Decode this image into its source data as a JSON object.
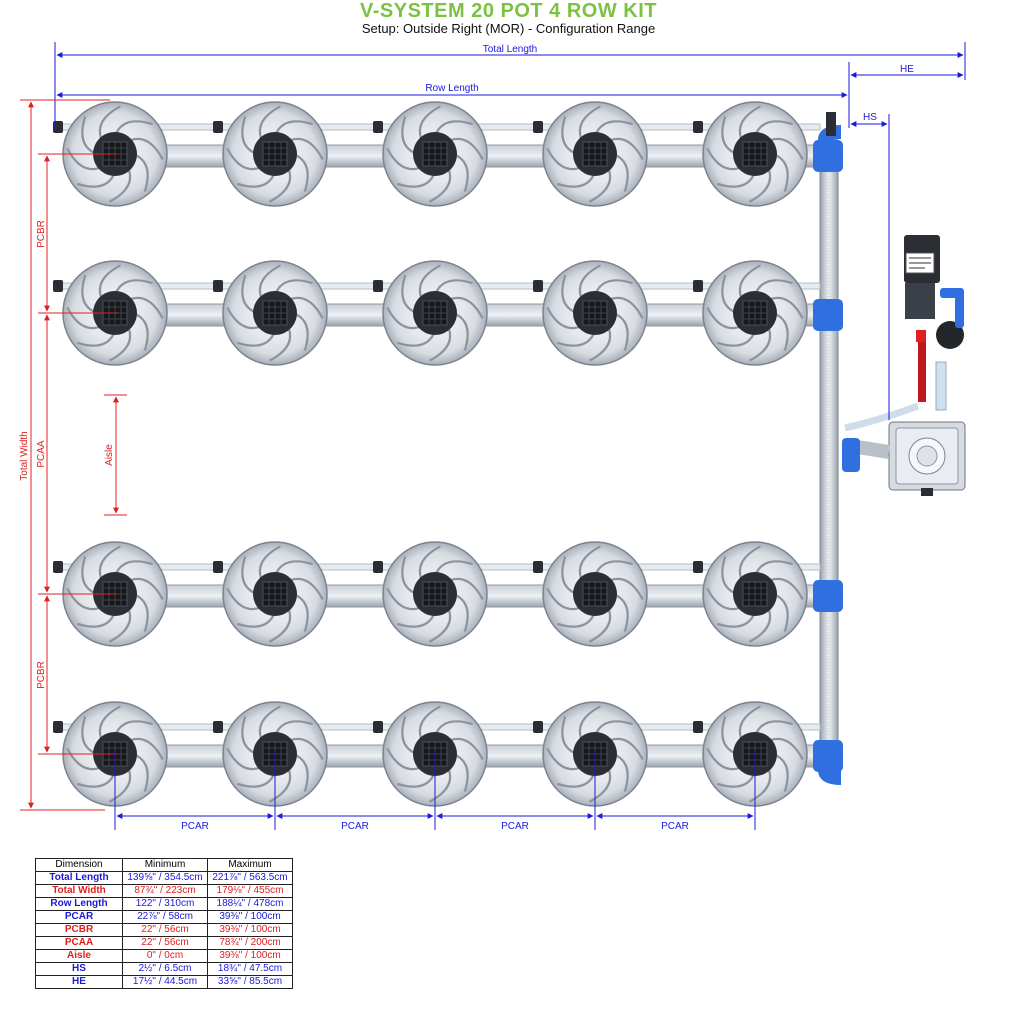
{
  "header": {
    "title": "V-SYSTEM 20 POT 4 ROW KIT",
    "subtitle": "Setup: Outside Right (MOR) - Configuration Range"
  },
  "colors": {
    "title": "#7cc242",
    "blue_dimension": "#1a1adb",
    "red_dimension": "#e02020",
    "pipe_blue": "#2f6fe0"
  },
  "labels": {
    "total_length": "Total Length",
    "row_length": "Row Length",
    "he": "HE",
    "hs": "HS",
    "total_width": "Total Width",
    "pcbr_top": "PCBR",
    "pcaa": "PCAA",
    "aisle": "Aisle",
    "pcbr_bottom": "PCBR",
    "pcar": [
      "PCAR",
      "PCAR",
      "PCAR",
      "PCAR"
    ]
  },
  "components": {
    "pots_per_row": 5,
    "rows": 4,
    "pot_icon": "flower-pot-icon",
    "controller_icon": "brain-controller-icon",
    "pump_icon": "pump-icon",
    "tank_icon": "reservoir-tank-icon"
  },
  "table": {
    "headers": [
      "Dimension",
      "Minimum",
      "Maximum"
    ],
    "rows": [
      {
        "name": "Total Length",
        "min": "139⅝\" / 354.5cm",
        "max": "221⅞\" / 563.5cm",
        "color": "blue"
      },
      {
        "name": "Total Width",
        "min": "87¾\" / 223cm",
        "max": "179⅛\" / 455cm",
        "color": "red"
      },
      {
        "name": "Row Length",
        "min": "122\" / 310cm",
        "max": "188¼\" / 478cm",
        "color": "blue"
      },
      {
        "name": "PCAR",
        "min": "22⅞\" / 58cm",
        "max": "39⅜\" / 100cm",
        "color": "blue"
      },
      {
        "name": "PCBR",
        "min": "22\" / 56cm",
        "max": "39⅜\" / 100cm",
        "color": "red"
      },
      {
        "name": "PCAA",
        "min": "22\" / 56cm",
        "max": "78¾\" / 200cm",
        "color": "red"
      },
      {
        "name": "Aisle",
        "min": "0\" / 0cm",
        "max": "39⅜\" / 100cm",
        "color": "red"
      },
      {
        "name": "HS",
        "min": "2½\" / 6.5cm",
        "max": "18¾\" / 47.5cm",
        "color": "blue"
      },
      {
        "name": "HE",
        "min": "17½\" / 44.5cm",
        "max": "33⅝\" / 85.5cm",
        "color": "blue"
      }
    ]
  }
}
